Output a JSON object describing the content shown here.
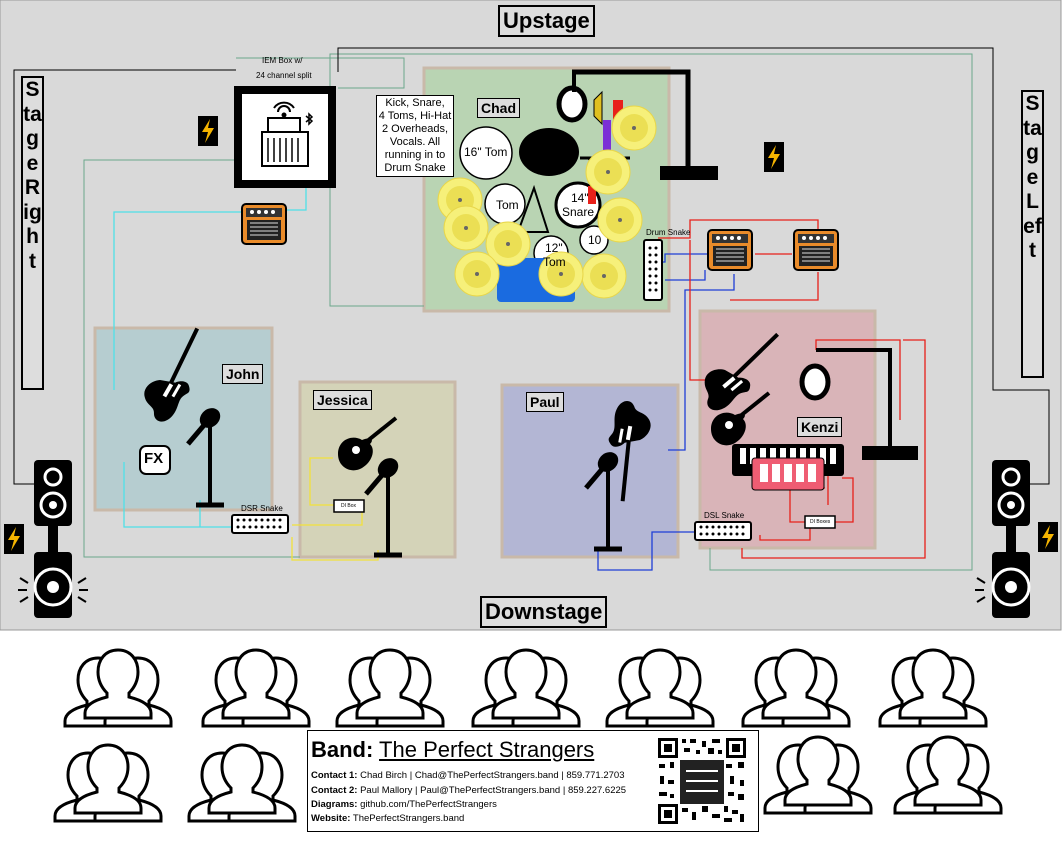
{
  "stage": {
    "upstage": "Upstage",
    "downstage": "Downstage",
    "stage_right": "Stage Right",
    "stage_left": "Stage Left",
    "colors": {
      "floor": "#d9d9d9",
      "drum_zone": "#b9d4b3",
      "john_zone": "#b6cdd0",
      "jessica_zone": "#d4d3b8",
      "paul_zone": "#b3b6d4",
      "kenzi_zone": "#d9b4b8"
    }
  },
  "iem": {
    "label_line1": "IEM Box w/",
    "label_line2": "24 channel split"
  },
  "drums": {
    "member": "Chad",
    "note_lines": [
      "Kick, Snare,",
      "4 Toms, Hi-Hat",
      "2 Overheads,",
      "Vocals. All",
      "running in to",
      "Drum Snake"
    ],
    "toms": [
      "16\" Tom",
      "Tom",
      "14\"",
      "Snare",
      "12\"",
      "Tom",
      "10"
    ],
    "snake": "Drum Snake"
  },
  "members": {
    "john": "John",
    "jessica": "Jessica",
    "paul": "Paul",
    "kenzi": "Kenzi"
  },
  "devices": {
    "fx": "FX",
    "di_box": "DI Box",
    "di_boxes": "DI Boxes",
    "dsr_snake": "DSR Snake",
    "dsl_snake": "DSL Snake"
  },
  "info": {
    "band_label": "Band:",
    "band_name": "The Perfect Strangers",
    "contact1_label": "Contact 1:",
    "contact1": "Chad Birch | Chad@ThePerfectStrangers.band | 859.771.2703",
    "contact2_label": "Contact 2:",
    "contact2": "Paul Mallory | Paul@ThePerfectStrangers.band | 859.227.6225",
    "diagrams_label": "Diagrams:",
    "diagrams": "github.com/ThePerfectStrangers",
    "website_label": "Website:",
    "website": "ThePerfectStrangers.band"
  },
  "icons": [
    "power-icon",
    "amp-icon",
    "speaker-icon",
    "guitar-icon",
    "bass-icon",
    "acoustic-guitar-icon",
    "mic-icon",
    "keyboard-icon",
    "cymbal-icon",
    "audience-icon",
    "qr-code-icon",
    "bluetooth-icon",
    "wifi-icon"
  ]
}
